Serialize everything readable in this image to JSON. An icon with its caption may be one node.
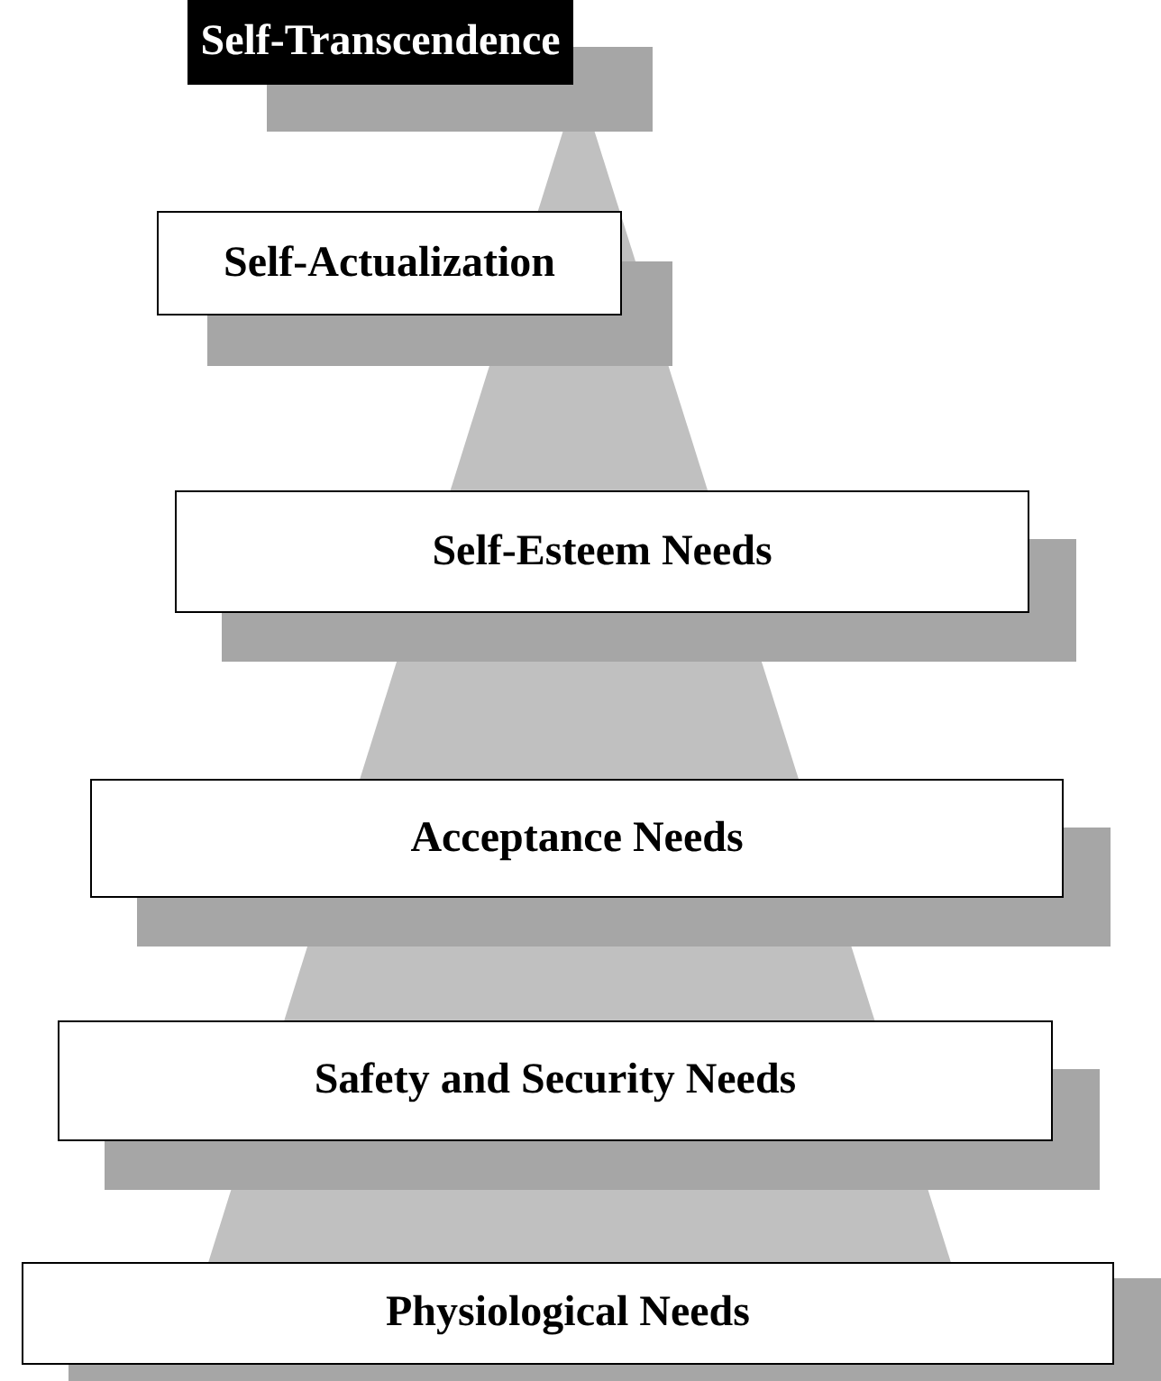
{
  "diagram": {
    "nodes": [
      {
        "text": [
          "Self-Transcendence"
        ]
      },
      {
        "text": [
          "Self-Actualization"
        ]
      },
      {
        "text": [
          "Self-Esteem Needs"
        ]
      },
      {
        "text": [
          "Acceptance Needs"
        ]
      },
      {
        "text": [
          "Safety and Security Needs"
        ]
      },
      {
        "text": [
          "Physiological Needs"
        ]
      }
    ]
  }
}
